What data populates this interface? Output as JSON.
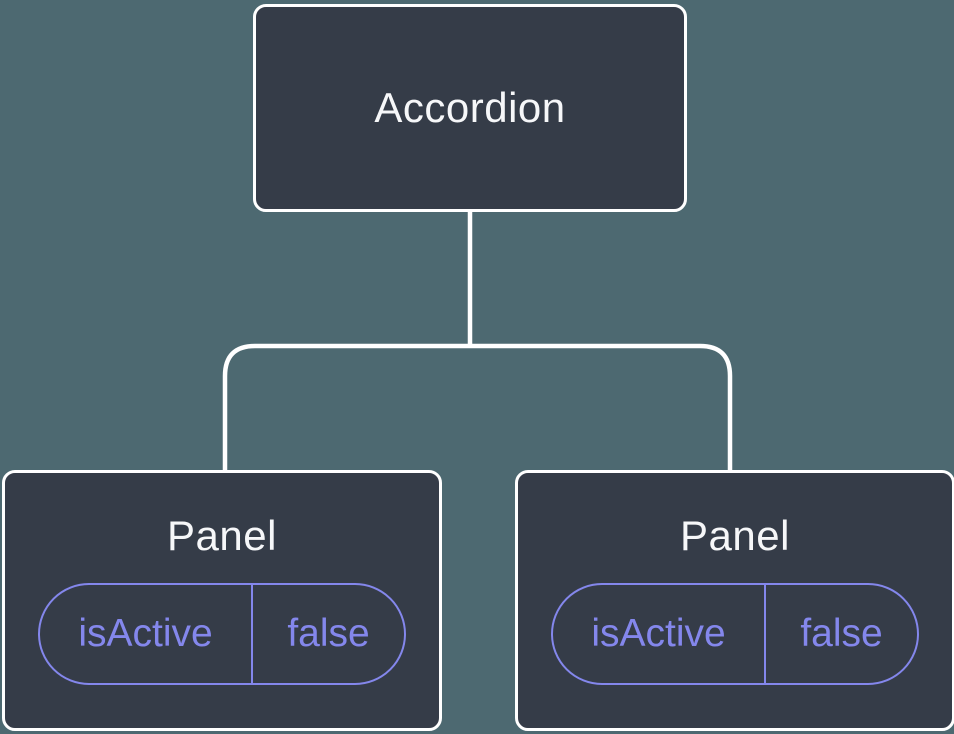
{
  "diagram": {
    "type": "component-tree",
    "colors": {
      "background": "#4D6971",
      "node_fill": "#353C48",
      "node_border": "#FFFFFF",
      "connector": "#FFFFFF",
      "node_text": "#F6F7F9",
      "state_accent": "#8487EC"
    },
    "root": {
      "label": "Accordion"
    },
    "children": [
      {
        "label": "Panel",
        "state": {
          "key": "isActive",
          "value": "false"
        }
      },
      {
        "label": "Panel",
        "state": {
          "key": "isActive",
          "value": "false"
        }
      }
    ]
  }
}
